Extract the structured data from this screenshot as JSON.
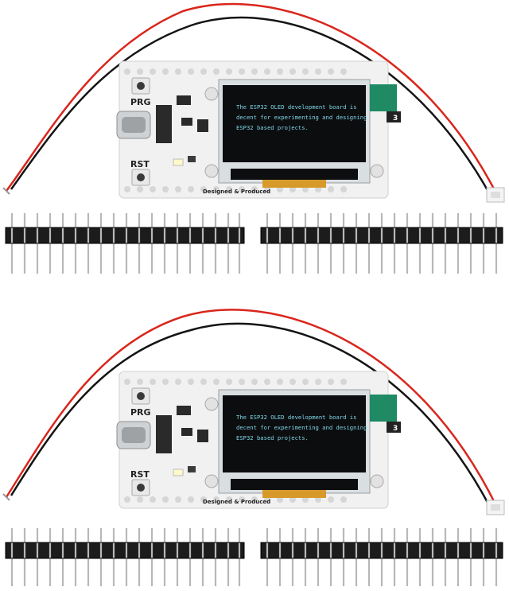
{
  "product": {
    "kits": [
      {
        "button_prg_label": "PRG",
        "button_rst_label": "RST",
        "oled_lines": [
          "The ESP32 OLED development board is",
          "decent for experimenting and designing",
          "ESP32 based projects."
        ],
        "silkscreen_text": "Designed & Produced",
        "antenna_label": "3"
      },
      {
        "button_prg_label": "PRG",
        "button_rst_label": "RST",
        "oled_lines": [
          "The ESP32 OLED development board is",
          "decent for experimenting and designing",
          "ESP32 based projects."
        ],
        "silkscreen_text": "Designed & Produced",
        "antenna_label": "3"
      }
    ]
  },
  "colors": {
    "pcb": "#f1f1f1",
    "oled_screen": "#0c0d0f",
    "oled_text": "#7fd8e8",
    "wire_red": "#d9261c",
    "wire_black": "#141414",
    "header_plastic": "#1c1c1c",
    "header_pin": "#b8b8b8",
    "antenna": "#1f8a63"
  }
}
